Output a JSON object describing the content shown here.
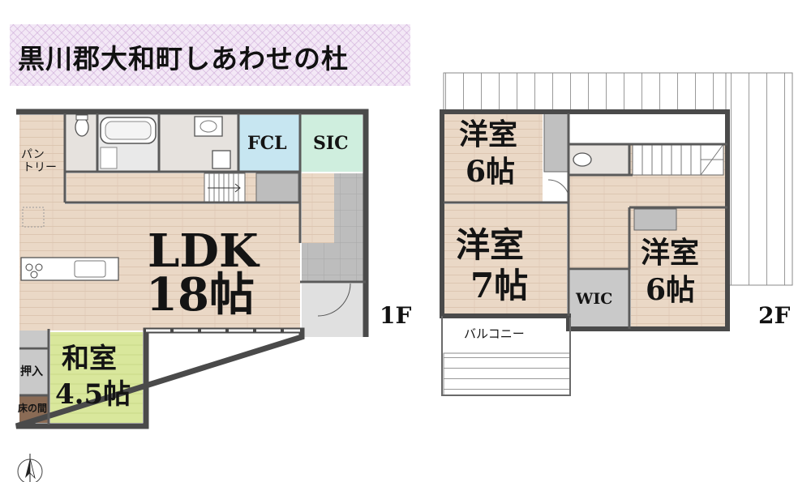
{
  "title": "黒川郡大和町しあわせの杜",
  "floors": {
    "first": "1F",
    "second": "2F"
  },
  "rooms": {
    "ldk": [
      "LDK",
      "18帖"
    ],
    "washitsu": [
      "和室",
      "4.5帖"
    ],
    "fcl": "FCL",
    "sic": "SIC",
    "pantry": [
      "パン",
      "トリー"
    ],
    "oshiire": "押入",
    "tokonoma": "床の間",
    "yoshitsu_a": [
      "洋室",
      "6帖"
    ],
    "yoshitsu_b": [
      "洋室",
      "7帖"
    ],
    "yoshitsu_c": [
      "洋室",
      "6帖"
    ],
    "wic": "WIC",
    "balcony": "バルコニー"
  },
  "colors": {
    "wall": "#4a4a4a",
    "wood_floor": "#ead8c6",
    "tatami": "#d9e79c",
    "closet": "#c9c9c9",
    "tile": "#b8b8b8",
    "fcl": "#c7e6f1",
    "sic": "#cfeede",
    "title_bg": "#f3e8f6"
  }
}
